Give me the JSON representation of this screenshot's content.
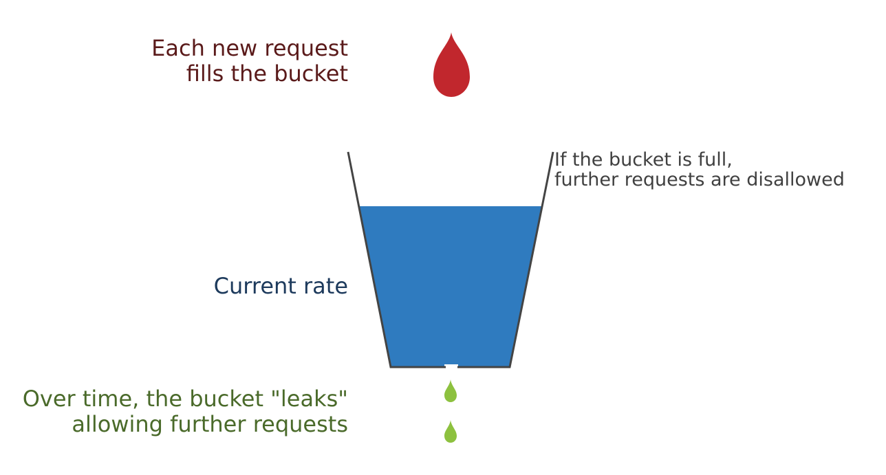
{
  "colors": {
    "incoming_drop": "#c1272d",
    "water": "#2f7bbf",
    "leak_drop": "#8dc13f",
    "bucket_outline": "#444444",
    "fill_text": "#5a1a1a",
    "full_text": "#404040",
    "rate_text": "#1d3a5c",
    "leak_text": "#4a6a2a"
  },
  "labels": {
    "fill": {
      "line1": "Each new request",
      "line2": "fills the bucket"
    },
    "full": {
      "line1": "If the bucket is full,",
      "line2": "further requests are disallowed"
    },
    "rate": {
      "line1": "Current rate"
    },
    "leak": {
      "line1": "Over time, the bucket \"leaks\"",
      "line2": "allowing further requests"
    }
  },
  "icons": {
    "incoming": "red-drop-icon",
    "leak": "green-drop-icon",
    "bucket": "bucket-icon"
  }
}
